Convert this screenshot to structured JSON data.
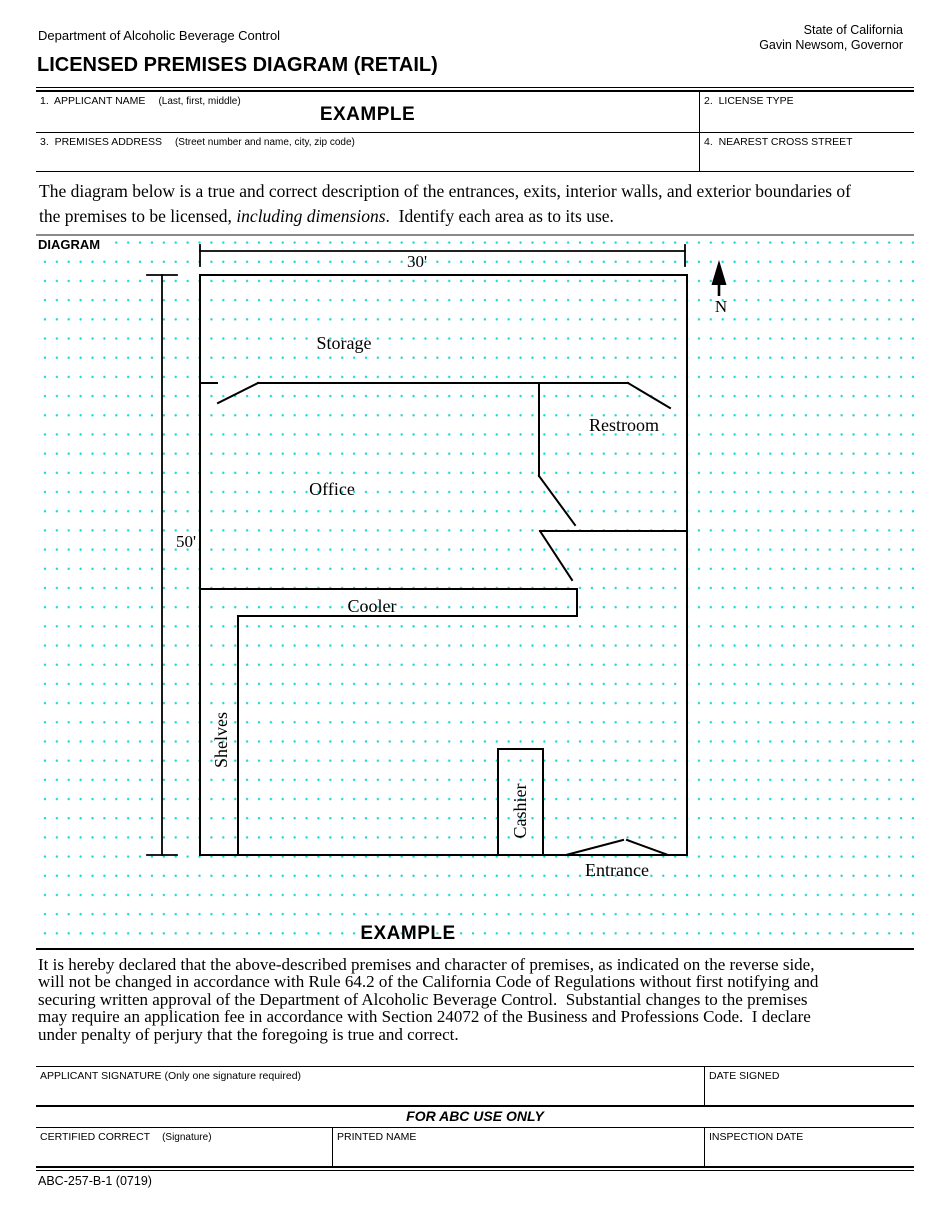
{
  "header": {
    "agency": "Department of Alcoholic Beverage Control",
    "state": "State of California",
    "governor": "Gavin Newsom, Governor",
    "title": "LICENSED PREMISES DIAGRAM (RETAIL)"
  },
  "form": {
    "applicant_name": {
      "label": "1.  APPLICANT NAME",
      "hint": "(Last, first, middle)",
      "value": "EXAMPLE"
    },
    "license_type": {
      "label": "2.  LICENSE TYPE",
      "value": ""
    },
    "premises_address": {
      "label": "3.  PREMISES ADDRESS",
      "hint": "(Street number and name, city, zip code)",
      "value": ""
    },
    "nearest_cross_street": {
      "label": "4.  NEAREST CROSS STREET",
      "value": ""
    }
  },
  "instructions": {
    "part1": "The diagram below is a true and correct description of the entrances, exits, interior walls, and exterior boundaries of\nthe premises to be licensed, ",
    "italic": "including dimensions",
    "part2": ".  Identify each area as to its use."
  },
  "diagram": {
    "section_label": "DIAGRAM",
    "width_dimension": "30'",
    "height_dimension": "50'",
    "compass": "N",
    "labels": {
      "storage": "Storage",
      "restroom": "Restroom",
      "office": "Office",
      "cooler": "Cooler",
      "shelves": "Shelves",
      "cashier": "Cashier",
      "entrance": "Entrance"
    },
    "watermark": "EXAMPLE"
  },
  "declaration": "It is hereby declared that the above-described premises and character of premises, as indicated on the reverse side,\nwill not be changed in accordance with Rule 64.2 of the California Code of Regulations without first notifying and\nsecuring written approval of the Department of Alcoholic Beverage Control.  Substantial changes to the premises\nmay require an application fee in accordance with Section 24072 of the Business and Professions Code.  I declare\nunder penalty of perjury that the foregoing is true and correct.",
  "signatures": {
    "applicant_signature": {
      "label": "APPLICANT SIGNATURE (Only one signature required)",
      "value": ""
    },
    "date_signed": {
      "label": "DATE SIGNED",
      "value": ""
    },
    "abc_use_only": "FOR ABC USE ONLY",
    "certified_correct": {
      "label": "CERTIFIED CORRECT",
      "hint": "(Signature)",
      "value": ""
    },
    "printed_name": {
      "label": "PRINTED NAME",
      "value": ""
    },
    "inspection_date": {
      "label": "INSPECTION DATE",
      "value": ""
    }
  },
  "footer": {
    "form_number": "ABC-257-B-1 (0719)"
  },
  "colors": {
    "ink": "#000000",
    "grid_dots": "#00d5d5",
    "section_rule_gray": "#8a8a8a"
  }
}
